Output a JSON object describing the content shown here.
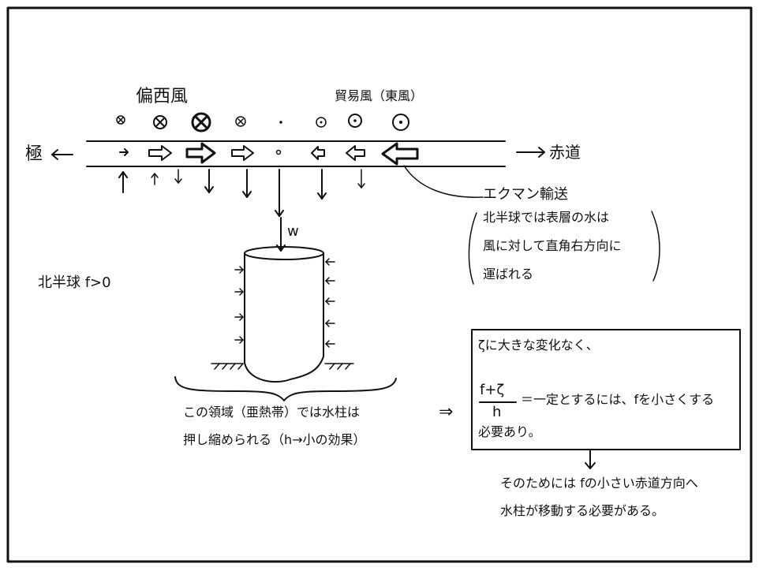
{
  "labels": {
    "westerlies": "偏西風",
    "trade_winds": "貿易風（東風）",
    "pole": "極",
    "equator": "赤道",
    "ekman_title": "エクマン輸送",
    "ekman_line1": "北半球では表層の水は",
    "ekman_line2": "風に対して直角右方向に",
    "ekman_line3": "運ばれる",
    "w_label": "w",
    "hemisphere": "北半球 f>0",
    "region_line1": "この領域（亜熱帯）では水柱は",
    "region_line2": "押し縮められる（h→小の効果）",
    "box_line1": "ζに大きな変化なく、",
    "box_numerator": "f+ζ",
    "box_denominator": "h",
    "box_line2_rest": "＝一定とするには、fを小さくする",
    "box_line3": "必要あり。",
    "bottom_line1": "そのためには fの小さい赤道方向へ",
    "bottom_line2": "水柱が移動する必要がある。",
    "implies": "⇒"
  },
  "icons": {
    "wind_into_page": "circle-cross-icon",
    "wind_out_of_page": "circle-dot-icon"
  }
}
